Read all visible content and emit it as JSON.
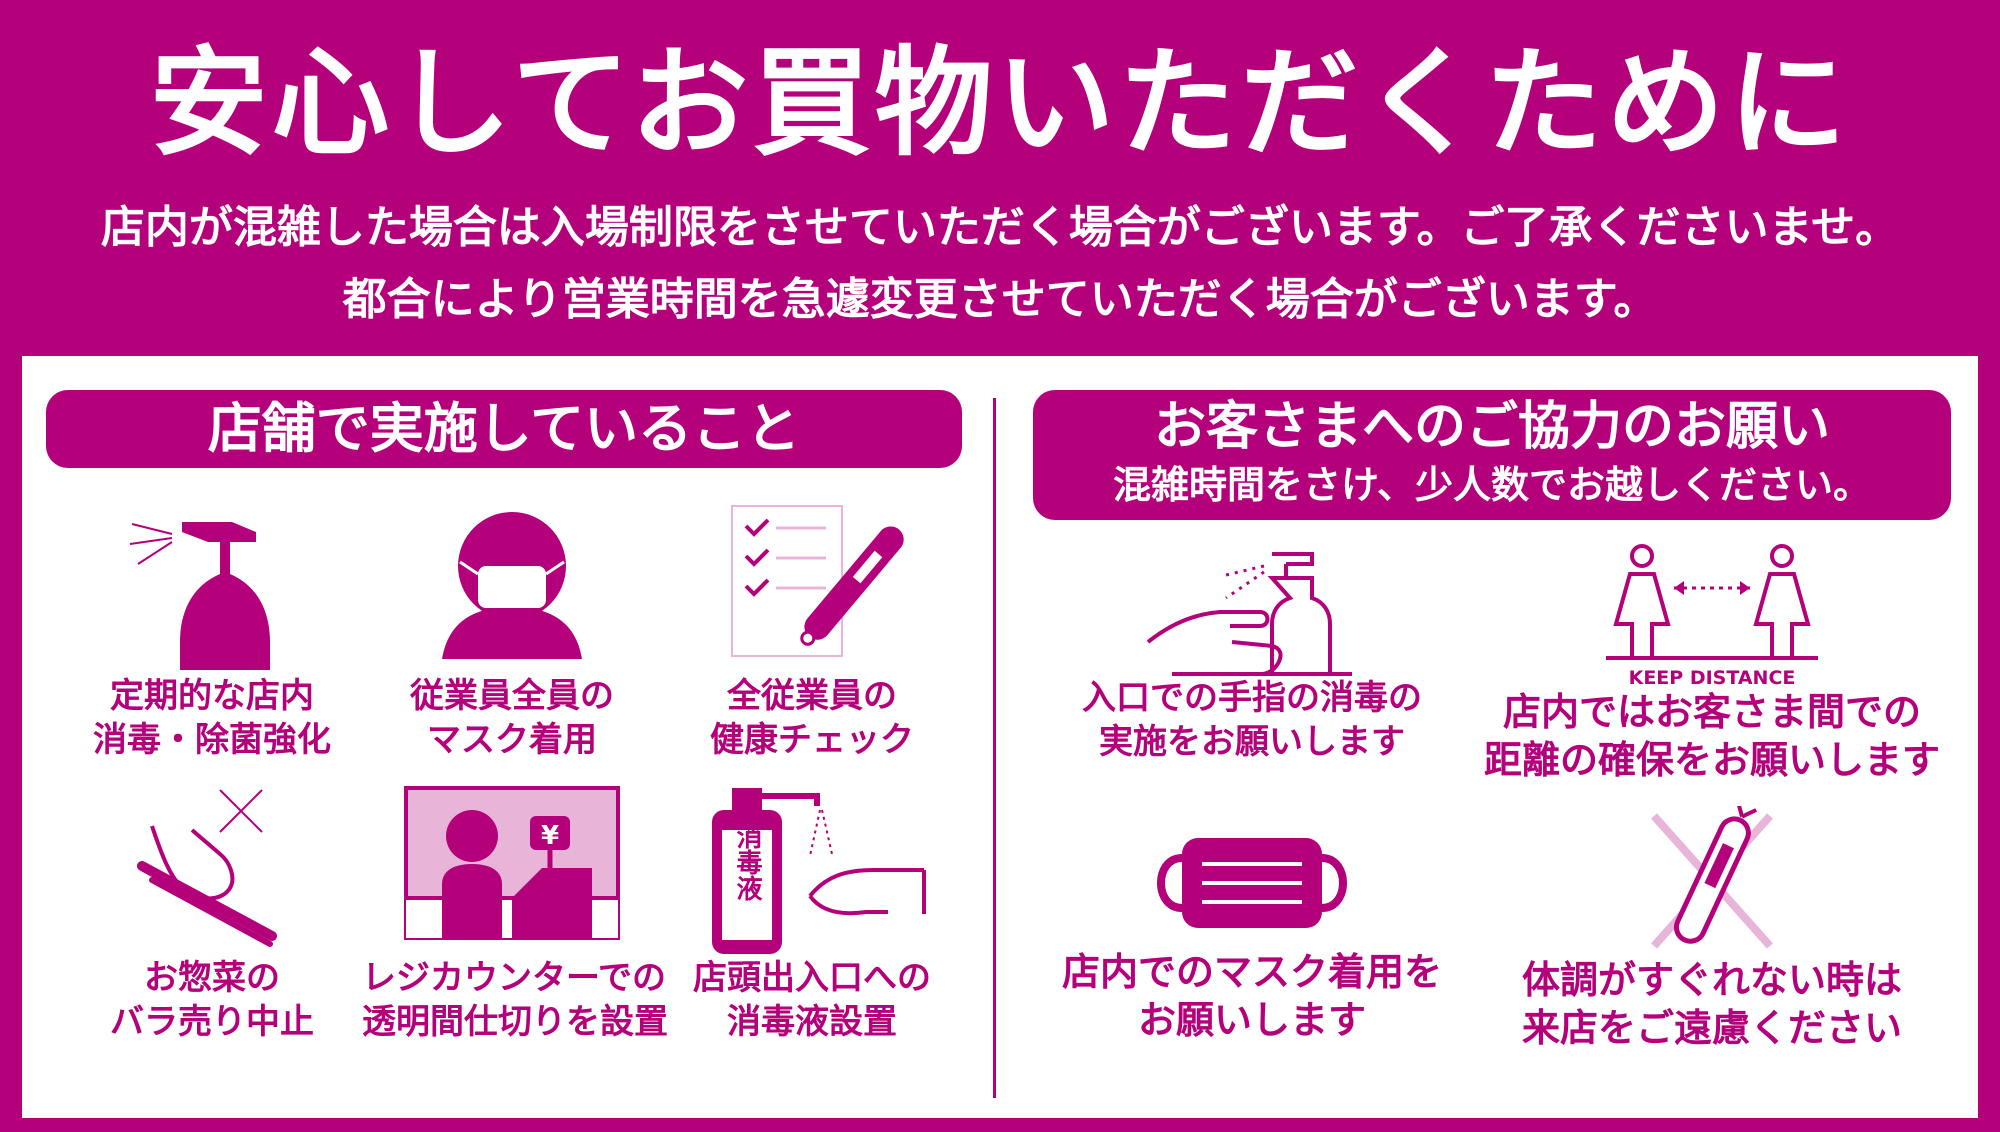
{
  "header": {
    "title": "安心してお買物いただくために",
    "notice_line1": "店内が混雑した場合は入場制限をさせていただく場合がございます。ご了承くださいませ。",
    "notice_line2": "都合により営業時間を急遽変更させていただく場合がございます。"
  },
  "left_section": {
    "heading": "店舗で実施していること",
    "items": [
      {
        "icon": "spray-bottle-icon",
        "line1": "定期的な店内",
        "line2": "消毒・除菌強化"
      },
      {
        "icon": "masked-person-icon",
        "line1": "従業員全員の",
        "line2": "マスク着用"
      },
      {
        "icon": "checklist-thermometer-icon",
        "line1": "全従業員の",
        "line2": "健康チェック"
      },
      {
        "icon": "tongs-hand-icon",
        "line1": "お惣菜の",
        "line2": "バラ売り中止"
      },
      {
        "icon": "register-partition-icon",
        "line1": "レジカウンターでの",
        "line2": "透明間仕切りを設置"
      },
      {
        "icon": "disinfectant-dispenser-icon",
        "line1": "店頭出入口への",
        "line2": "消毒液設置"
      }
    ],
    "register_sign": "¥",
    "bottle_label": "消毒液"
  },
  "right_section": {
    "heading": "お客さまへのご協力のお願い",
    "subheading": "混雑時間をさけ、少人数でお越しください。",
    "items": [
      {
        "icon": "hand-sanitizer-icon",
        "line1": "入口での手指の消毒の",
        "line2": "実施をお願いします"
      },
      {
        "icon": "keep-distance-icon",
        "line1": "店内ではお客さま間での",
        "line2": "距離の確保をお願いします"
      },
      {
        "icon": "face-mask-icon",
        "line1": "店内でのマスク着用を",
        "line2": "お願いします"
      },
      {
        "icon": "no-thermometer-icon",
        "line1": "体調がすぐれない時は",
        "line2": "来店をご遠慮ください"
      }
    ],
    "keep_distance_label": "KEEP DISTANCE"
  },
  "colors": {
    "brand": "#b4007a",
    "light": "#e8b5d9",
    "white": "#ffffff"
  }
}
